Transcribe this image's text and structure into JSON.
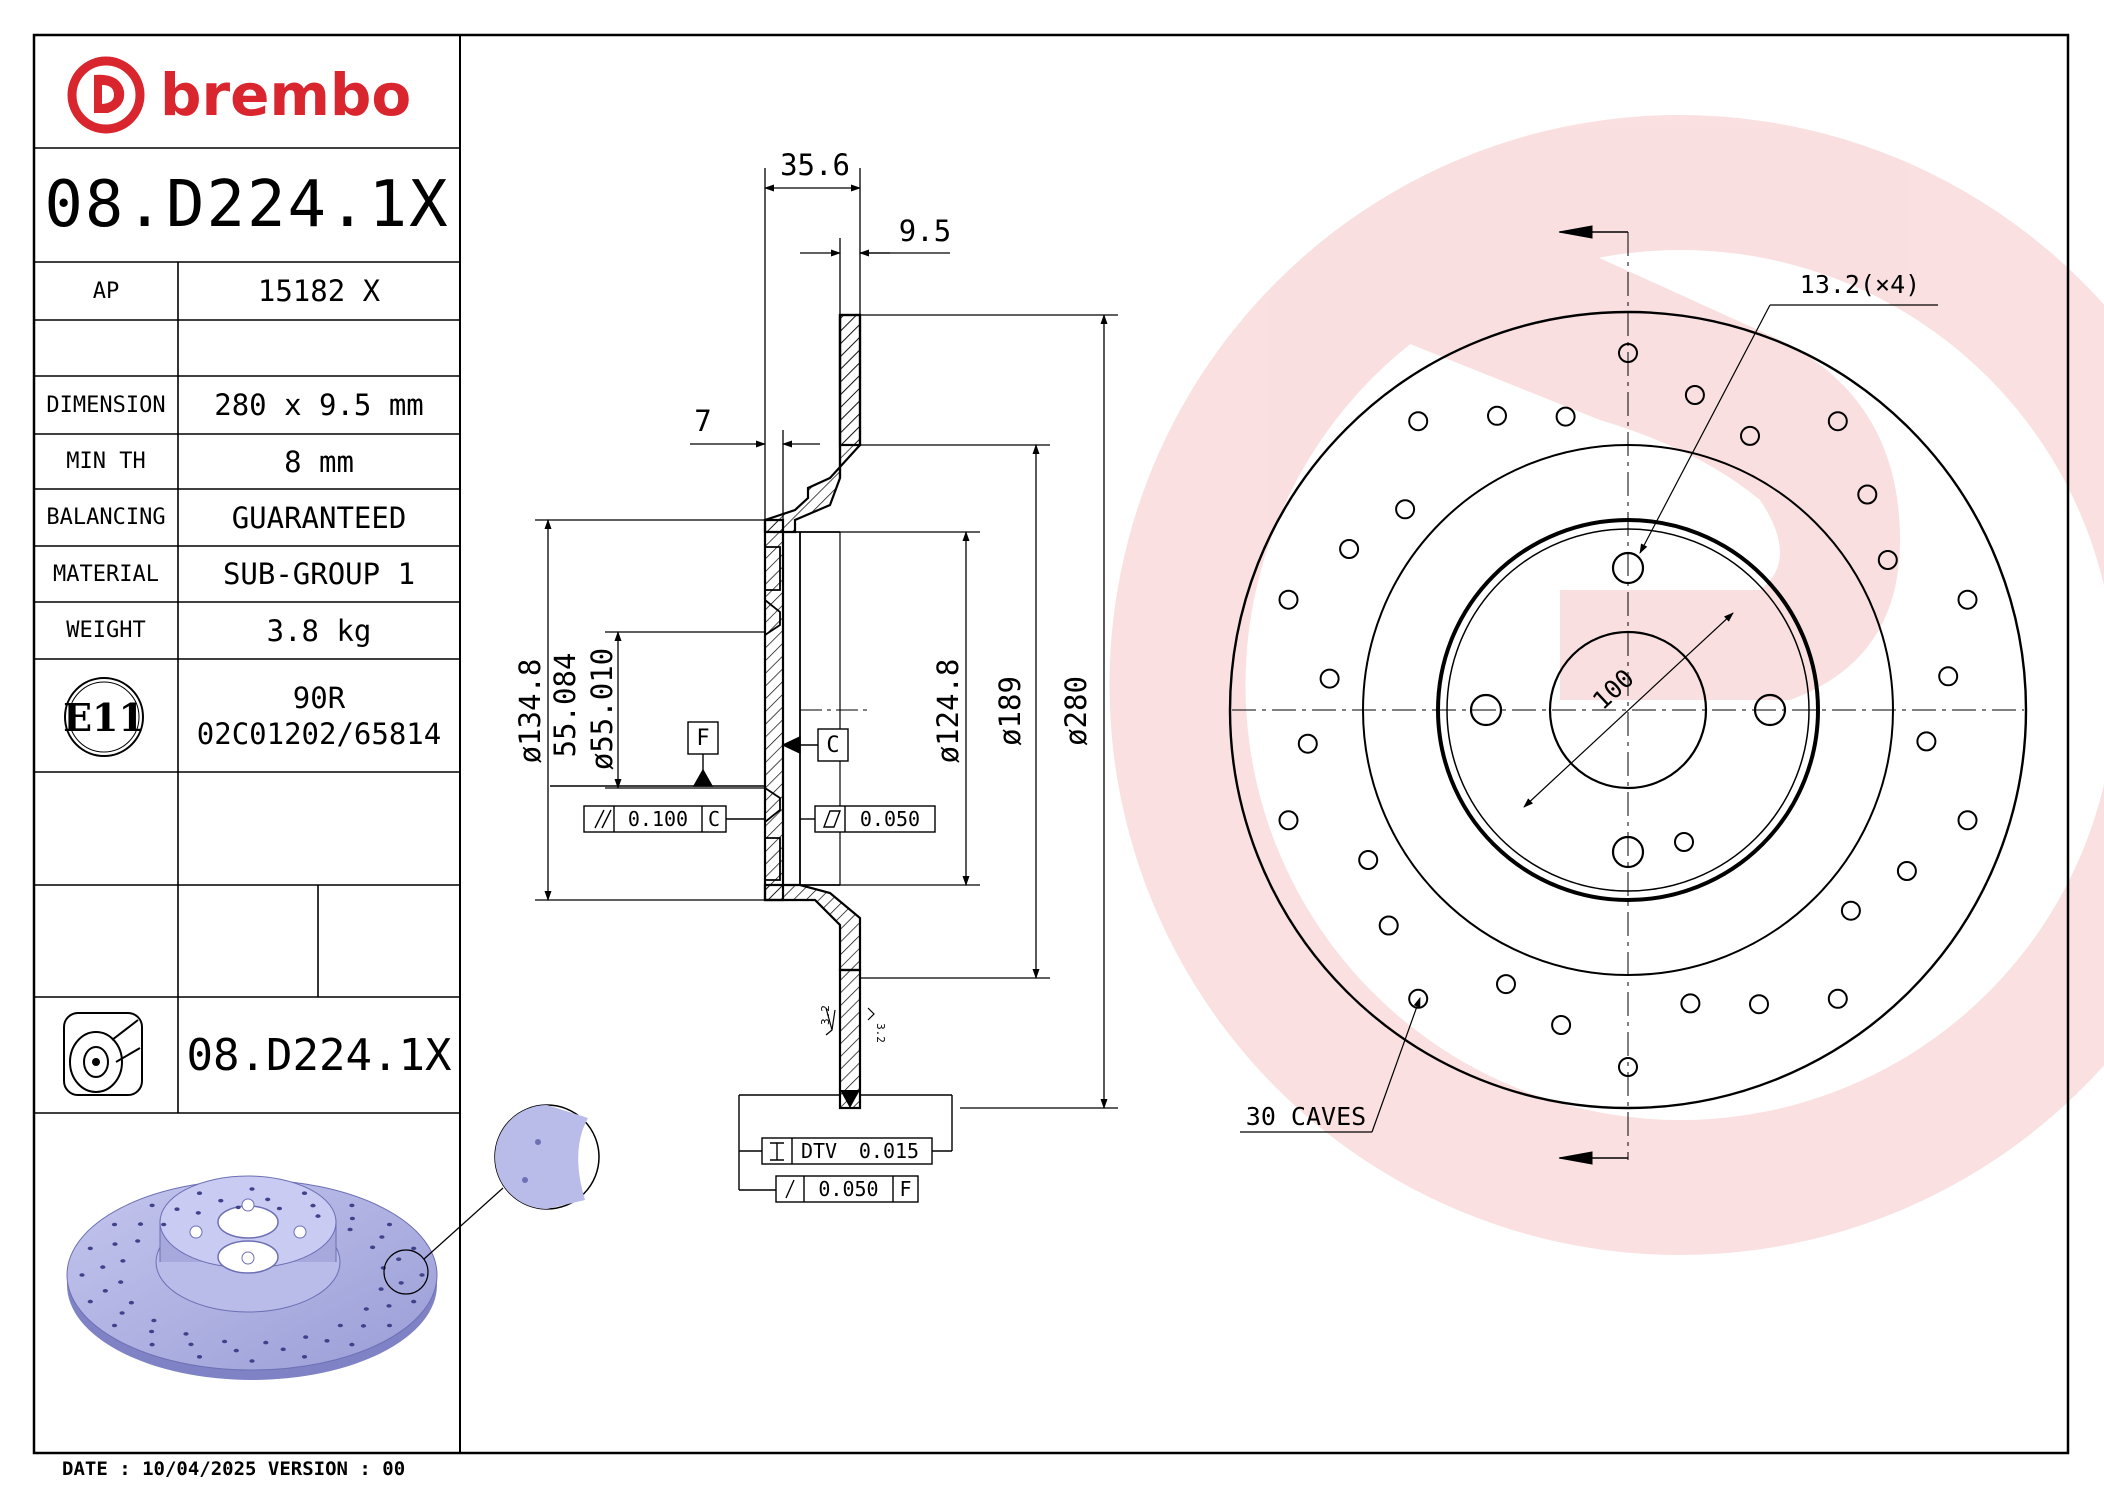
{
  "brand": {
    "name": "brembo",
    "color": "#d9262e"
  },
  "part_number": "08.D224.1X",
  "specs": [
    {
      "label": "AP",
      "value": "15182 X"
    },
    {
      "label": "",
      "value": ""
    },
    {
      "label": "DIMENSION",
      "value": "280 x 9.5 mm"
    },
    {
      "label": "MIN TH",
      "value": "8 mm"
    },
    {
      "label": "BALANCING",
      "value": "GUARANTEED"
    },
    {
      "label": "MATERIAL",
      "value": "SUB-GROUP 1"
    },
    {
      "label": "WEIGHT",
      "value": "3.8 kg"
    }
  ],
  "homologation": {
    "mark": "E11",
    "line1": "90R",
    "line2": "02C01202/65814"
  },
  "bottom_part_number": "08.D224.1X",
  "footer": "DATE : 10/04/2025 VERSION : 00",
  "section_view": {
    "dims": {
      "overall_width": "35.6",
      "disc_thickness": "9.5",
      "hat_offset": "7",
      "d_134": "ø134.8",
      "d_55_max": "55.084",
      "d_55_min": "ø55.010",
      "d_124": "ø124.8",
      "d_189": "ø189",
      "d_280": "ø280",
      "rough_a": "3.2",
      "rough_b": "3.2"
    },
    "datums": {
      "f": "F",
      "c": "C"
    },
    "tolerances": {
      "parallel": {
        "value": "0.100",
        "datum": "C"
      },
      "flatness": {
        "value": "0.050"
      },
      "dtv": {
        "label": "DTV",
        "value": "0.015"
      },
      "runout": {
        "value": "0.050",
        "datum": "F"
      }
    }
  },
  "front_view": {
    "hole_callout": "13.2(×4)",
    "pcd": "100",
    "caves_label": "30 CAVES"
  }
}
